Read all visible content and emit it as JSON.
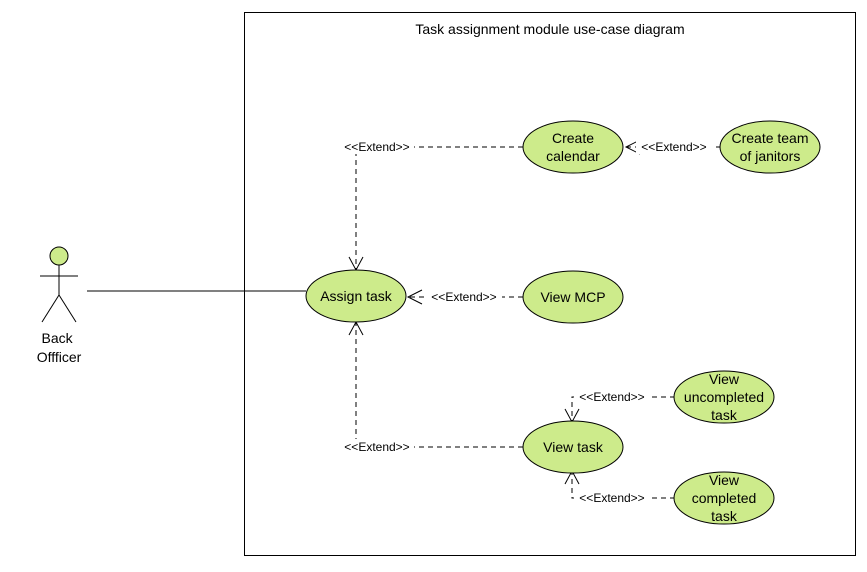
{
  "diagram": {
    "title": "Task assignment module use-case diagram",
    "actor": {
      "name": "Back Offficer"
    },
    "use_cases": {
      "assign_task": [
        "Assign task"
      ],
      "create_calendar": [
        "Create",
        "calendar"
      ],
      "create_team": [
        "Create team",
        "of janitors"
      ],
      "view_mcp": [
        "View MCP"
      ],
      "view_task": [
        "View task"
      ],
      "view_uncompleted": [
        "View",
        "uncompleted",
        "task"
      ],
      "view_completed": [
        "View",
        "completed",
        "task"
      ]
    },
    "extend_label": "<<Extend>>",
    "colors": {
      "use_case_fill": "#cdeb8b",
      "actor_fill": "#cdeb8b",
      "line": "#000000"
    }
  }
}
